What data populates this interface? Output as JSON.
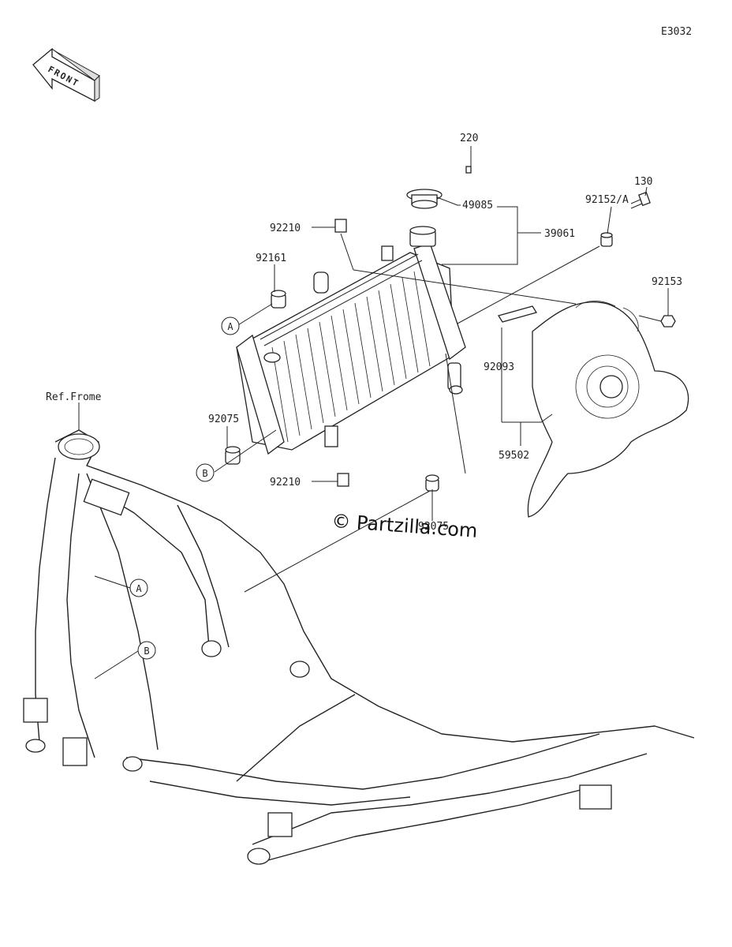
{
  "diagram_code": "E3032",
  "direction": "FRONT",
  "reference": "Ref.Frome",
  "watermark": "© Partzilla.com",
  "callouts": {
    "a": "A",
    "b": "B"
  },
  "part_labels": {
    "p220": "220",
    "p49085": "49085",
    "p39061": "39061",
    "p130": "130",
    "p92152a": "92152/A",
    "p92210_top": "92210",
    "p92161": "92161",
    "p92153": "92153",
    "p92093": "92093",
    "p92075_left": "92075",
    "p59502": "59502",
    "p92210_bottom": "92210",
    "p92075_right": "92075"
  }
}
